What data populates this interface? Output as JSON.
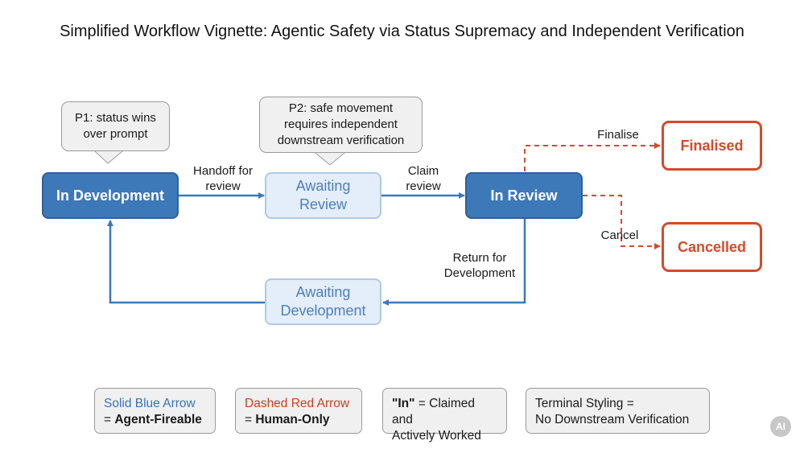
{
  "title": "Simplified Workflow Vignette: Agentic Safety via Status Supremacy and Independent Verification",
  "nodes": {
    "in_development": "In Development",
    "awaiting_review_l1": "Awaiting",
    "awaiting_review_l2": "Review",
    "in_review": "In Review",
    "awaiting_development_l1": "Awaiting",
    "awaiting_development_l2": "Development",
    "finalised": "Finalised",
    "cancelled": "Cancelled"
  },
  "callouts": {
    "p1_l1": "P1: status wins",
    "p1_l2": "over prompt",
    "p2_l1": "P2: safe movement",
    "p2_l2": "requires independent",
    "p2_l3": "downstream verification"
  },
  "edges": {
    "handoff_l1": "Handoff for",
    "handoff_l2": "review",
    "claim_l1": "Claim",
    "claim_l2": "review",
    "finalise": "Finalise",
    "cancel": "Cancel",
    "return_l1": "Return for",
    "return_l2": "Development"
  },
  "legend": {
    "solid_title": "Solid Blue Arrow",
    "solid_prefix": "= ",
    "solid_value": "Agent-Fireable",
    "dashed_title": "Dashed Red Arrow",
    "dashed_prefix": "= ",
    "dashed_value": "Human-Only",
    "in_quote": "\"In\"",
    "in_rest": " = Claimed and",
    "in_l2": "Actively Worked",
    "terminal_l1": "Terminal Styling =",
    "terminal_l2": "No Downstream Verification"
  },
  "badge": "AI",
  "colors": {
    "agent_arrow": "#3d78b8",
    "human_arrow": "#d54a2b",
    "active_state": "#3d78b8",
    "waiting_state": "#e4eefa",
    "terminal_state": "#d54a2b"
  }
}
